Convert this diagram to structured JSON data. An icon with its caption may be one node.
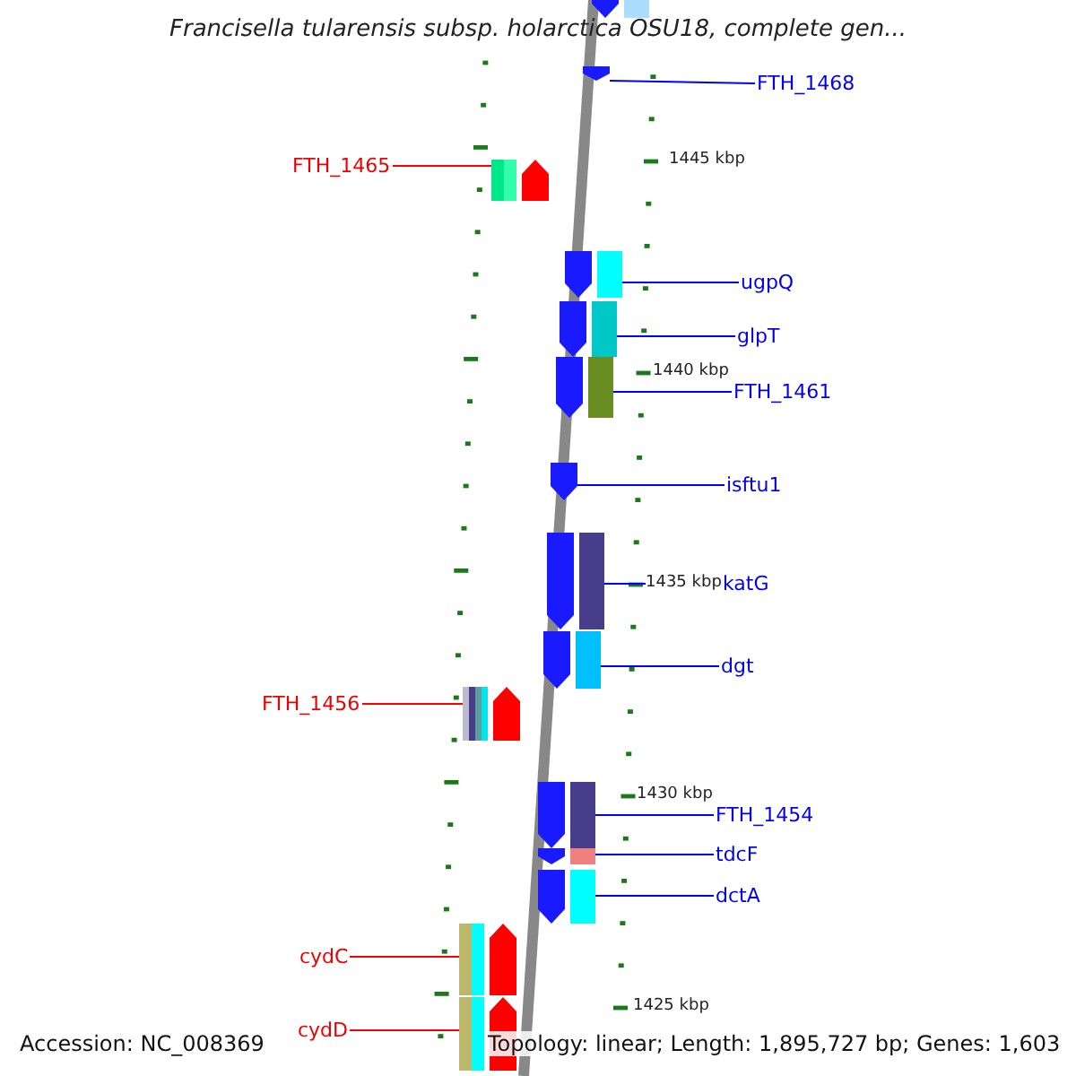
{
  "diagram": {
    "title": "Francisella tularensis subsp. holarctica OSU18, complete gen...",
    "nodes": [
      {
        "text": [
          "FTH_1468"
        ]
      },
      {
        "text": [],
        "shape": "arrow"
      },
      {
        "text": [
          "FTH_1465"
        ]
      },
      {
        "text": [],
        "shape": "arrow"
      },
      {
        "text": [
          "ugpQ"
        ]
      },
      {
        "text": [],
        "shape": "arrow"
      },
      {
        "text": [
          "glpT"
        ]
      },
      {
        "text": [],
        "shape": "arrow"
      },
      {
        "text": [
          "FTH_1461"
        ]
      },
      {
        "text": [],
        "shape": "arrow"
      },
      {
        "text": [
          "isftu1"
        ]
      },
      {
        "text": [],
        "shape": "arrow"
      },
      {
        "text": [
          "katG"
        ]
      },
      {
        "text": [],
        "shape": "arrow"
      },
      {
        "text": [
          "dgt"
        ]
      },
      {
        "text": [],
        "shape": "arrow"
      },
      {
        "text": [
          "FTH_1456"
        ]
      },
      {
        "text": [],
        "shape": "arrow"
      },
      {
        "text": [
          "FTH_1454"
        ]
      },
      {
        "text": [],
        "shape": "arrow"
      },
      {
        "text": [
          "tdcF"
        ]
      },
      {
        "text": [],
        "shape": "arrow"
      },
      {
        "text": [
          "dctA"
        ]
      },
      {
        "text": [],
        "shape": "arrow"
      },
      {
        "text": [
          "cydC"
        ]
      },
      {
        "text": [],
        "shape": "arrow"
      },
      {
        "text": [
          "cydD"
        ]
      },
      {
        "text": [],
        "shape": "arrow"
      },
      {
        "text": [],
        "shape": "arrow"
      }
    ],
    "edges": [
      {
        "from": 0,
        "to": 1,
        "arrow": "none"
      },
      {
        "from": 2,
        "to": 3,
        "arrow": "none",
        "color": "#ff0000"
      },
      {
        "from": 4,
        "to": 5,
        "arrow": "none"
      },
      {
        "from": 6,
        "to": 7,
        "arrow": "none"
      },
      {
        "from": 8,
        "to": 9,
        "arrow": "none"
      },
      {
        "from": 10,
        "to": 11,
        "arrow": "none"
      },
      {
        "from": 12,
        "to": 13,
        "arrow": "none"
      },
      {
        "from": 14,
        "to": 15,
        "arrow": "none"
      },
      {
        "from": 16,
        "to": 17,
        "arrow": "none",
        "color": "#ff0000"
      },
      {
        "from": 18,
        "to": 19,
        "arrow": "none"
      },
      {
        "from": 20,
        "to": 21,
        "arrow": "none"
      },
      {
        "from": 22,
        "to": 23,
        "arrow": "none"
      },
      {
        "from": 24,
        "to": 25,
        "arrow": "none",
        "color": "#ff0000"
      },
      {
        "from": 26,
        "to": 27,
        "arrow": "none",
        "color": "#ff0000"
      }
    ],
    "labels": [
      "1445 kbp",
      "1440 kbp",
      "1435 kbp",
      "1430 kbp",
      "1425 kbp",
      "Accession: NC_008369",
      "Topology: linear; Length: 1,895,727 bp; Genes: 1,603"
    ]
  }
}
